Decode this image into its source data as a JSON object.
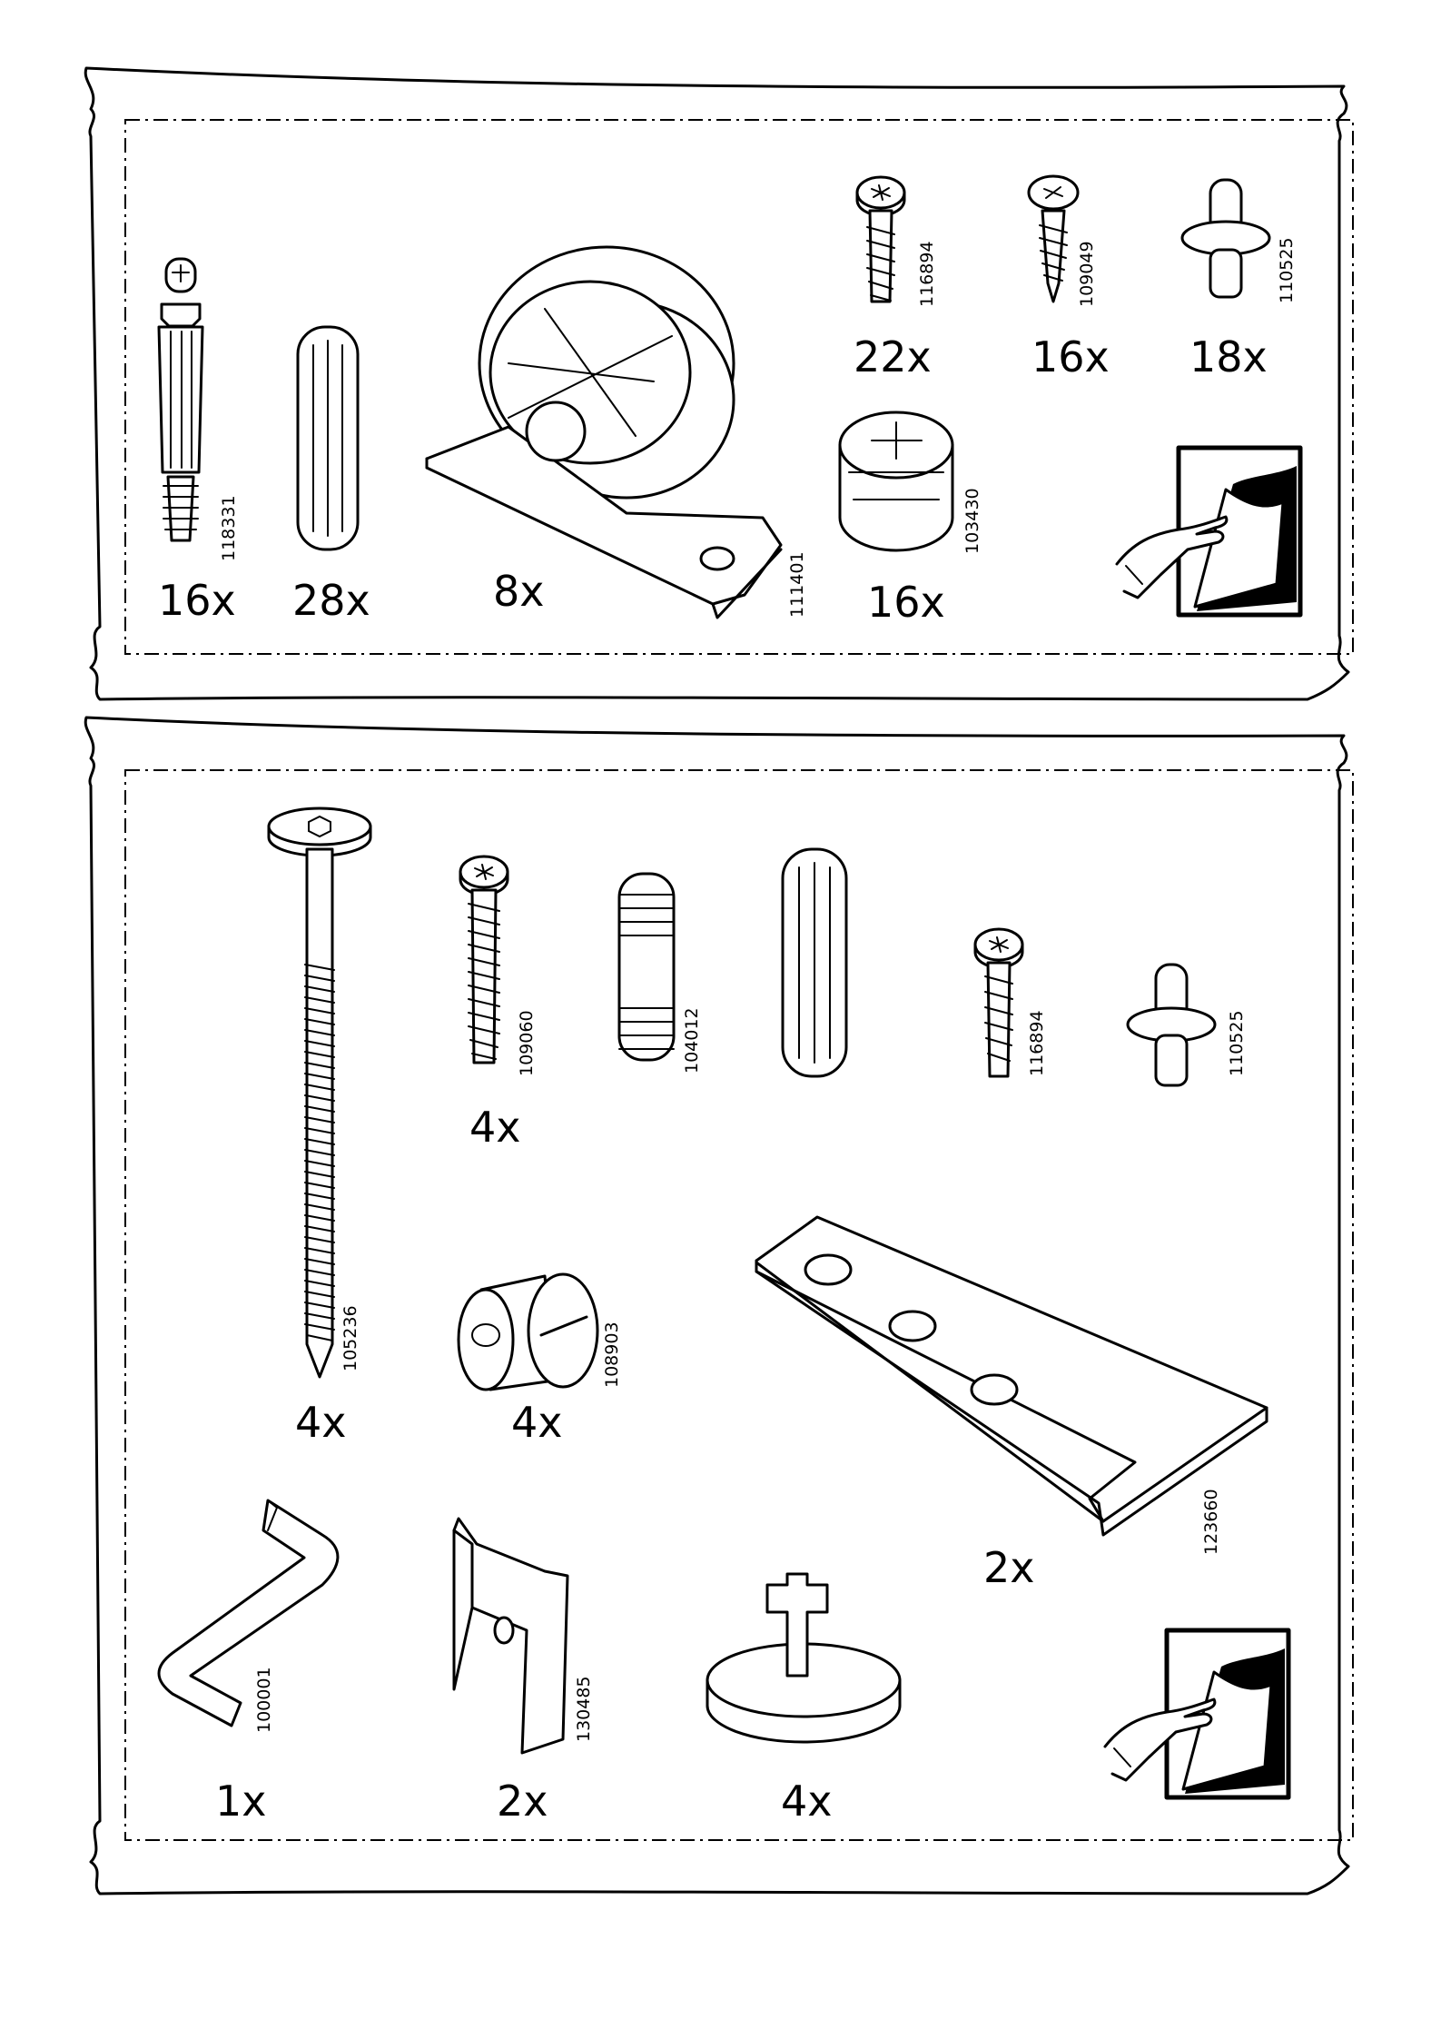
{
  "panels": [
    {
      "id": "top",
      "parts": [
        {
          "qty": "16x",
          "part_no": "118331",
          "name": "cam-bolt"
        },
        {
          "qty": "28x",
          "part_no": "",
          "name": "wood-dowel"
        },
        {
          "qty": "8x",
          "part_no": "111401",
          "name": "caster-wheel"
        },
        {
          "qty": "22x",
          "part_no": "116894",
          "name": "screw"
        },
        {
          "qty": "16x",
          "part_no": "109049",
          "name": "wood-screw"
        },
        {
          "qty": "18x",
          "part_no": "110525",
          "name": "shelf-pin"
        },
        {
          "qty": "16x",
          "part_no": "103430",
          "name": "cam-lock"
        }
      ]
    },
    {
      "id": "bottom",
      "parts": [
        {
          "qty": "4x",
          "part_no": "105236",
          "name": "long-bolt"
        },
        {
          "qty": "4x",
          "part_no": "109060",
          "name": "screw"
        },
        {
          "qty": "",
          "part_no": "104012",
          "name": "threaded-dowel"
        },
        {
          "qty": "",
          "part_no": "",
          "name": "wood-dowel"
        },
        {
          "qty": "",
          "part_no": "116894",
          "name": "screw"
        },
        {
          "qty": "",
          "part_no": "110525",
          "name": "shelf-pin"
        },
        {
          "qty": "4x",
          "part_no": "108903",
          "name": "barrel-nut"
        },
        {
          "qty": "2x",
          "part_no": "123660",
          "name": "l-bracket"
        },
        {
          "qty": "1x",
          "part_no": "100001",
          "name": "allen-key"
        },
        {
          "qty": "2x",
          "part_no": "130485",
          "name": "metal-clip"
        },
        {
          "qty": "4x",
          "part_no": "",
          "name": "furniture-foot"
        }
      ]
    }
  ],
  "icons": [
    "turn-page-icon",
    "turn-page-icon"
  ]
}
